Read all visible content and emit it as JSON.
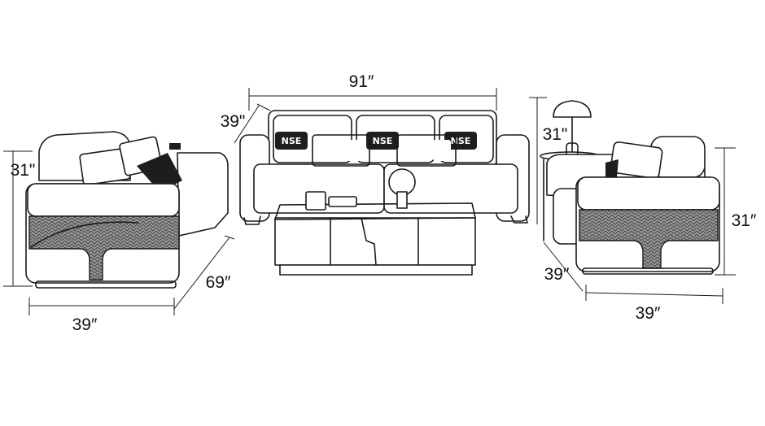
{
  "sofa_three_seat": {
    "width": "91″",
    "depth": "39\"",
    "height": "31\"",
    "pillow_prints": [
      "NSE",
      "NSE",
      "NSE"
    ]
  },
  "loveseat_left": {
    "height": "31\"",
    "width": "39″",
    "length": "69″"
  },
  "armchair_right": {
    "depth": "39″",
    "width": "39″",
    "height": "31″"
  }
}
